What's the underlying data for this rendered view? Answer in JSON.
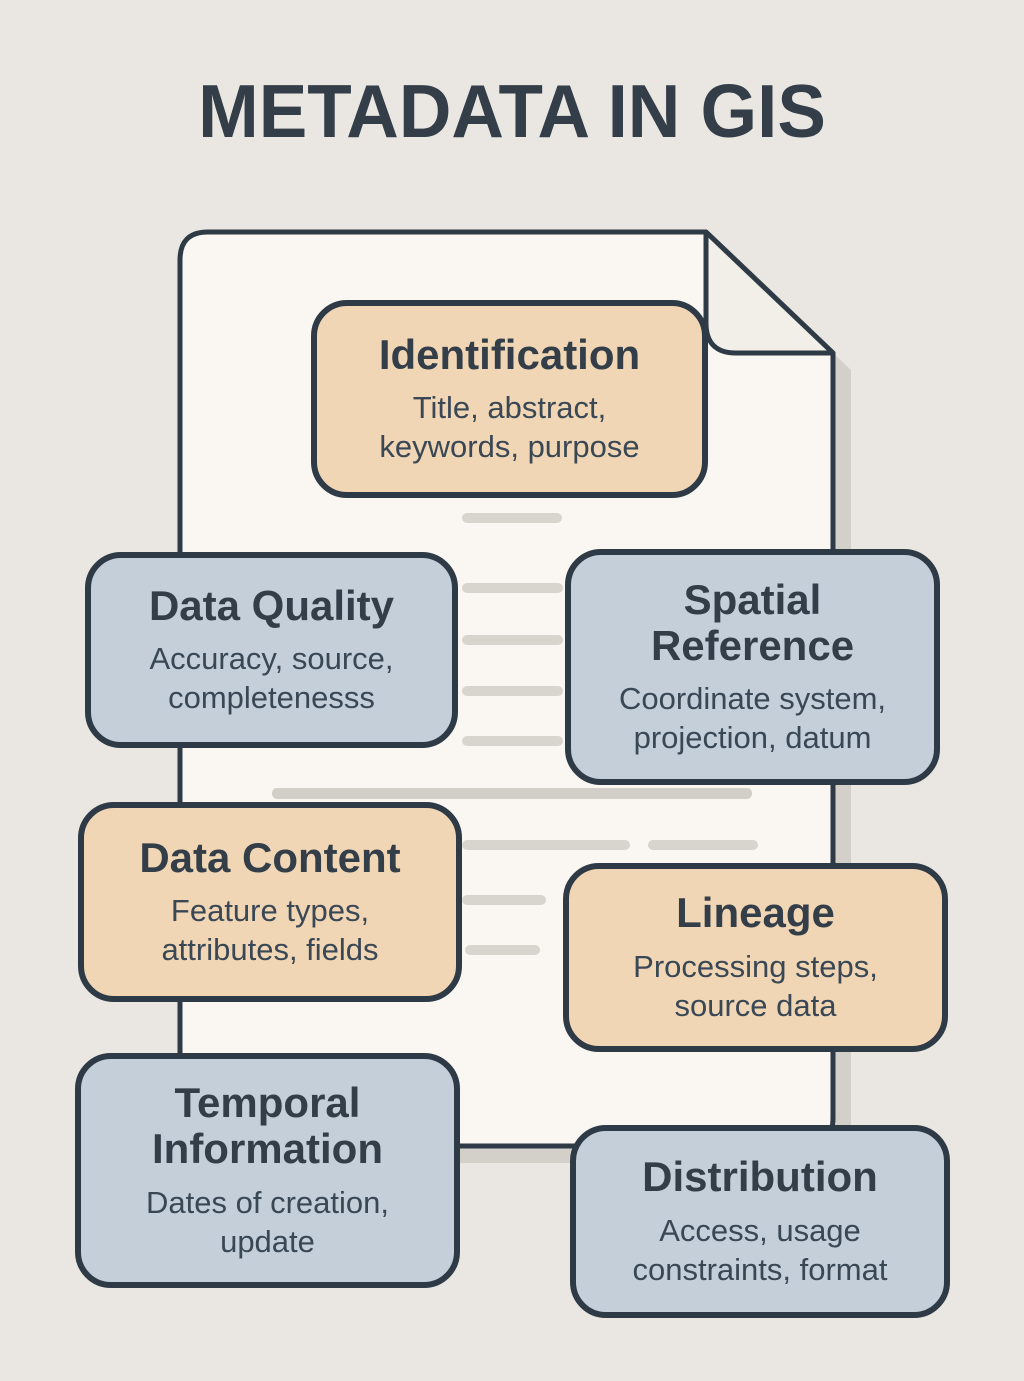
{
  "title": "METADATA IN GIS",
  "colors": {
    "background": "#EAE7E2",
    "paper": "#FAF7F2",
    "ink": "#2E3A45",
    "peach_box": "#F0D6B5",
    "blue_box": "#C4CFDA",
    "shadow": "#D3D0CA",
    "placeholder_line": "#D8D4CE"
  },
  "document": {
    "icon": "paper-folded-corner-icon"
  },
  "boxes": [
    {
      "id": "identification",
      "color": "peach",
      "title": "Identification",
      "body": "Title, abstract,\nkeywords, purpose"
    },
    {
      "id": "data-quality",
      "color": "blue",
      "title": "Data Quality",
      "body": "Accuracy, source,\ncompletenesss"
    },
    {
      "id": "spatial-reference",
      "color": "blue",
      "title": "Spatial\nReference",
      "body": "Coordinate system,\nprojection, datum"
    },
    {
      "id": "data-content",
      "color": "peach",
      "title": "Data Content",
      "body": "Feature types,\nattributes, fields"
    },
    {
      "id": "lineage",
      "color": "peach",
      "title": "Lineage",
      "body": "Processing steps,\nsource data"
    },
    {
      "id": "temporal-information",
      "color": "blue",
      "title": "Temporal\nInformation",
      "body": "Dates of creation,\nupdate"
    },
    {
      "id": "distribution",
      "color": "blue",
      "title": "Distribution",
      "body": "Access, usage\nconstraints, format"
    }
  ]
}
